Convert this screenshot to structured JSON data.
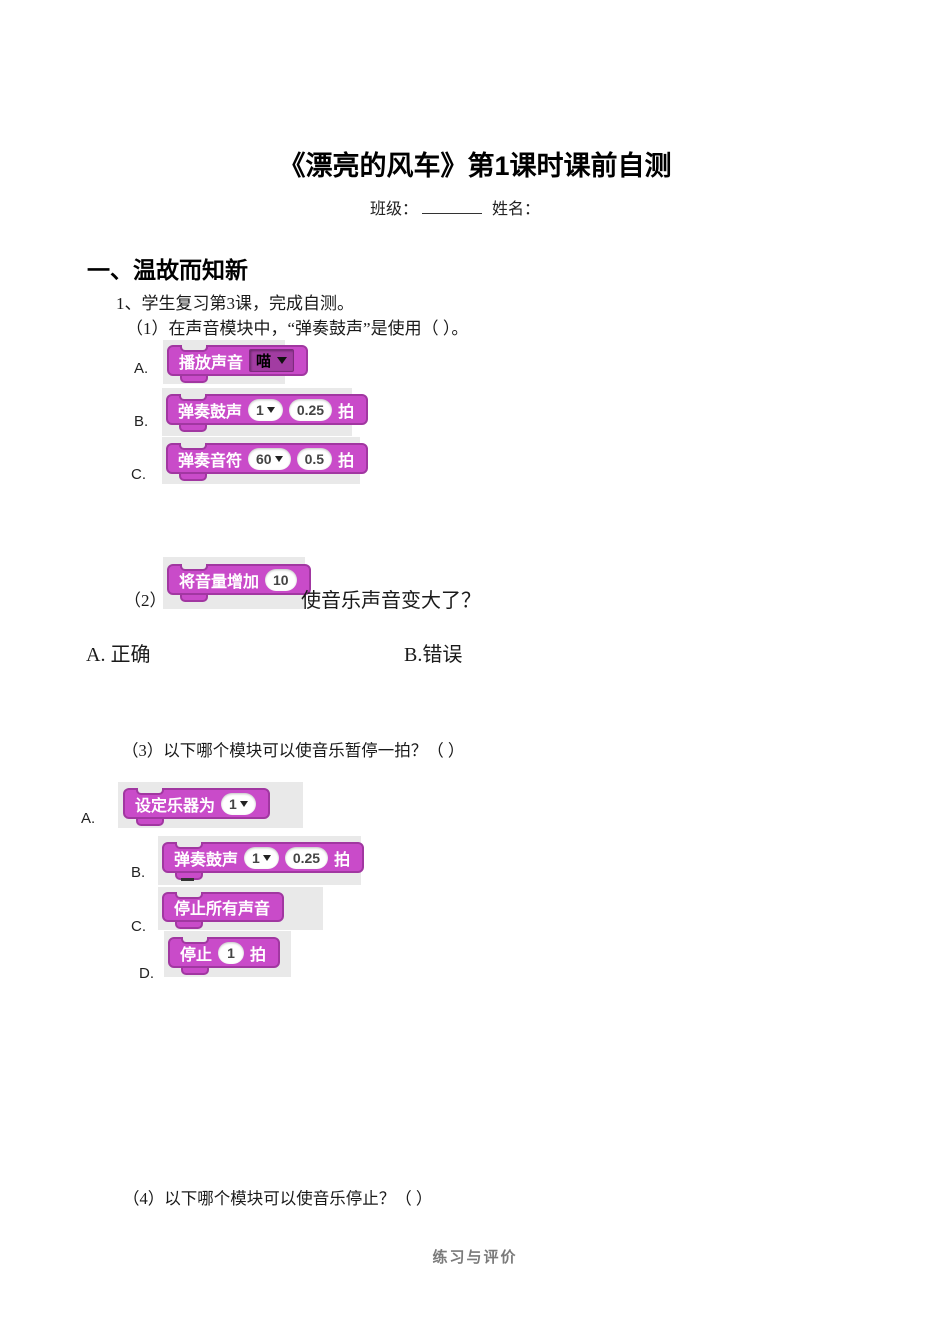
{
  "page": {
    "title": "《漂亮的风车》第1课时课前自测",
    "class_label": "班级：",
    "name_label": "姓名：",
    "footer": "练习与评价"
  },
  "section1": {
    "heading": "一、温故而知新",
    "intro": "1、学生复习第3课，完成自测。"
  },
  "q1": {
    "text": "（1）在声音模块中，“弹奏鼓声”是使用（  ）。",
    "label_a": "A.",
    "label_b": "B.",
    "label_c": "C."
  },
  "q2": {
    "number": "（2）",
    "text_after_block": "使音乐声音变大了？",
    "option_a": "A.  正确",
    "option_b": "B.错误"
  },
  "q3": {
    "text": "（3）以下哪个模块可以使音乐暂停一拍？（  ）",
    "label_a": "A.",
    "label_b": "B.",
    "label_c": "C.",
    "label_d": "D."
  },
  "q4": {
    "text": "（4）以下哪个模块可以使音乐停止？（  ）"
  },
  "blocks": {
    "play_sound": {
      "label": "播放声音",
      "dropdown_value": "喵"
    },
    "play_drum": {
      "label": "弹奏鼓声",
      "drum": "1",
      "beats": "0.25",
      "unit": "拍"
    },
    "play_note": {
      "label": "弹奏音符",
      "note": "60",
      "beats": "0.5",
      "unit": "拍"
    },
    "change_volume": {
      "label": "将音量增加",
      "value": "10"
    },
    "set_instrument": {
      "label": "设定乐器为",
      "value": "1"
    },
    "stop_all_sounds": {
      "label": "停止所有声音"
    },
    "rest_for": {
      "label": "停止",
      "value": "1",
      "unit": "拍"
    }
  },
  "colors": {
    "block_fill": "#c94bc9",
    "block_border": "#a137a1",
    "dropdown_fill": "#a23ca2",
    "backdrop_gray": "#e9e9e9",
    "footer_gray": "#7a7a7a"
  }
}
